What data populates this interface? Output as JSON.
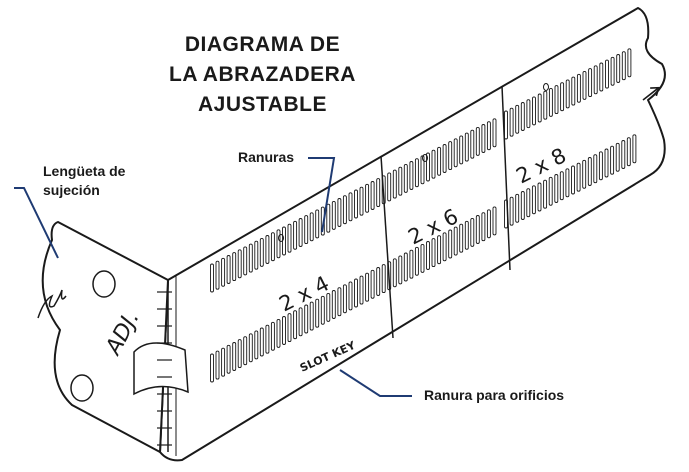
{
  "title_lines": [
    "DIAGRAMA DE",
    "LA ABRAZADERA",
    "AJUSTABLE"
  ],
  "callouts": {
    "tab": [
      "Lengüeta de",
      "sujeción"
    ],
    "slots": "Ranuras",
    "key_slot": "Ranura para orificios"
  },
  "panel_marks": {
    "adj": "ADJ.",
    "slot_key": "SLOT KEY",
    "sizes": [
      "2 x 4",
      "2 x 6",
      "2 x 8"
    ],
    "arrow": "arrow-icon"
  },
  "colors": {
    "line": "#1a1a1a",
    "leader": "#1f3b73",
    "background": "#ffffff"
  }
}
